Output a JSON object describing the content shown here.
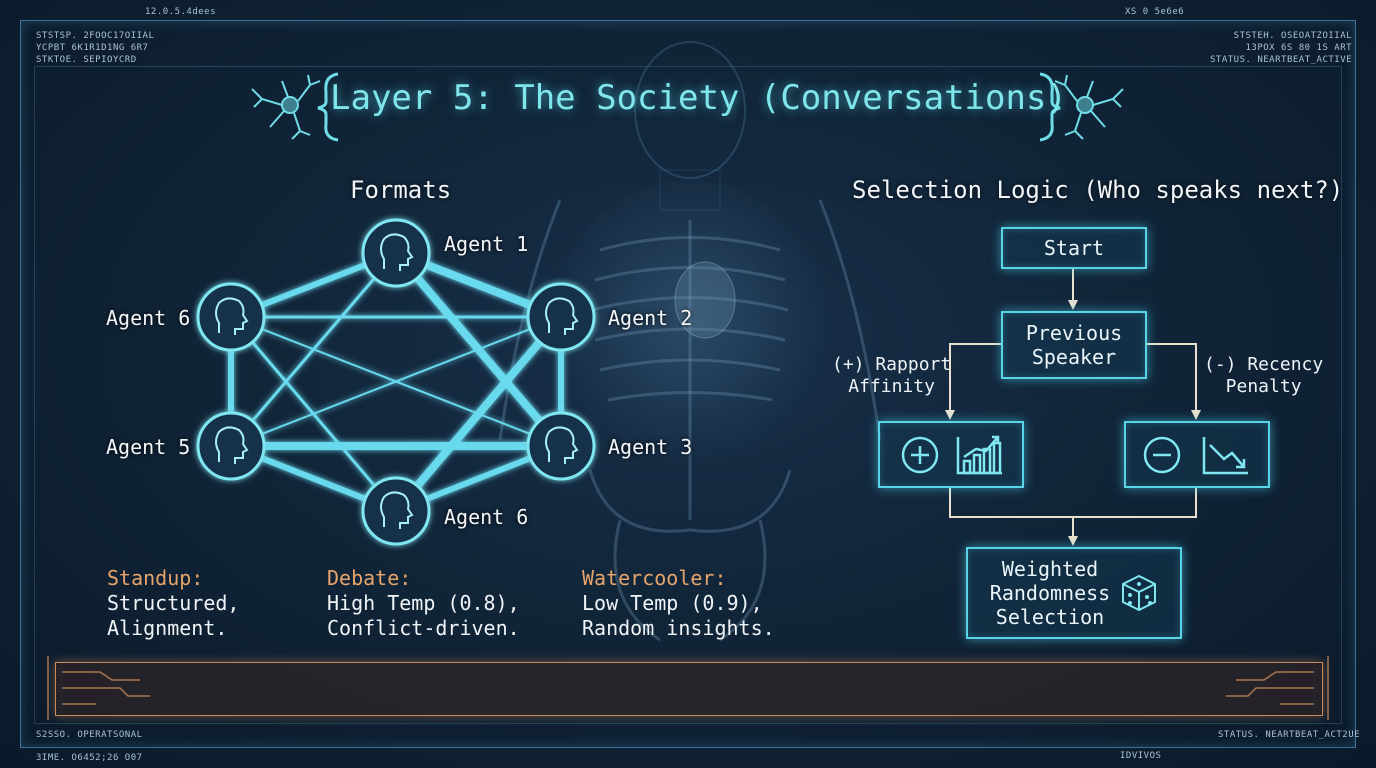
{
  "title": "Layer 5: The Society (Conversations)",
  "hud": {
    "top_center_left": "12.0.5.4dees",
    "top_center_right": "XS 0 5e6e6",
    "top_left": "STSTSP. 2FOOC17OIIAL\nYCPBT 6K1R1D1NG 6R7\nSTKTOE. SEPIOYCRD",
    "top_right": "STSTEH. OSEOATZOIIAL\n13POX 6S 80 1S ART\nSTATUS. NEARTBEAT_ACTIVE",
    "bottom_left": "S2SSO. OPERATSONAL",
    "bottom_left_2": "3IME. O6452;26 O07",
    "bottom_right": "STATUS. NEARTBEAT_ACT2UE",
    "bottom_right_2": "IDVIVOS"
  },
  "formats": {
    "heading": "Formats",
    "agents": [
      "Agent 1",
      "Agent 2",
      "Agent 3",
      "Agent 6",
      "Agent 5",
      "Agent 6"
    ],
    "items": [
      {
        "name": "Standup:",
        "desc1": "Structured,",
        "desc2": "Alignment."
      },
      {
        "name": "Debate:",
        "desc1": "High Temp (0.8),",
        "desc2": "Conflict-driven."
      },
      {
        "name": "Watercooler:",
        "desc1": "Low Temp (0.9),",
        "desc2": "Random insights."
      }
    ]
  },
  "selection": {
    "heading": "Selection Logic (Who speaks next?)",
    "start": "Start",
    "previous_line1": "Previous",
    "previous_line2": "Speaker",
    "left_label_line1": "(+) Rapport",
    "left_label_line2": "Affinity",
    "right_label_line1": "(-) Recency",
    "right_label_line2": "Penalty",
    "final_line1": "Weighted",
    "final_line2": "Randomness",
    "final_line3": "Selection"
  },
  "icons": {
    "neuron": "neuron-icon",
    "head": "head-profile-icon",
    "plus": "plus-circle-icon",
    "bar_chart_up": "bar-chart-up-icon",
    "minus": "minus-circle-icon",
    "trend_down": "trend-down-icon",
    "dice": "dice-icon"
  },
  "colors": {
    "accent_cyan": "#5fd9ea",
    "title_cyan": "#7fe6ec",
    "format_orange": "#e6a46a",
    "bottom_bar_orange": "#c98a5a",
    "background": "#0d1e30"
  }
}
